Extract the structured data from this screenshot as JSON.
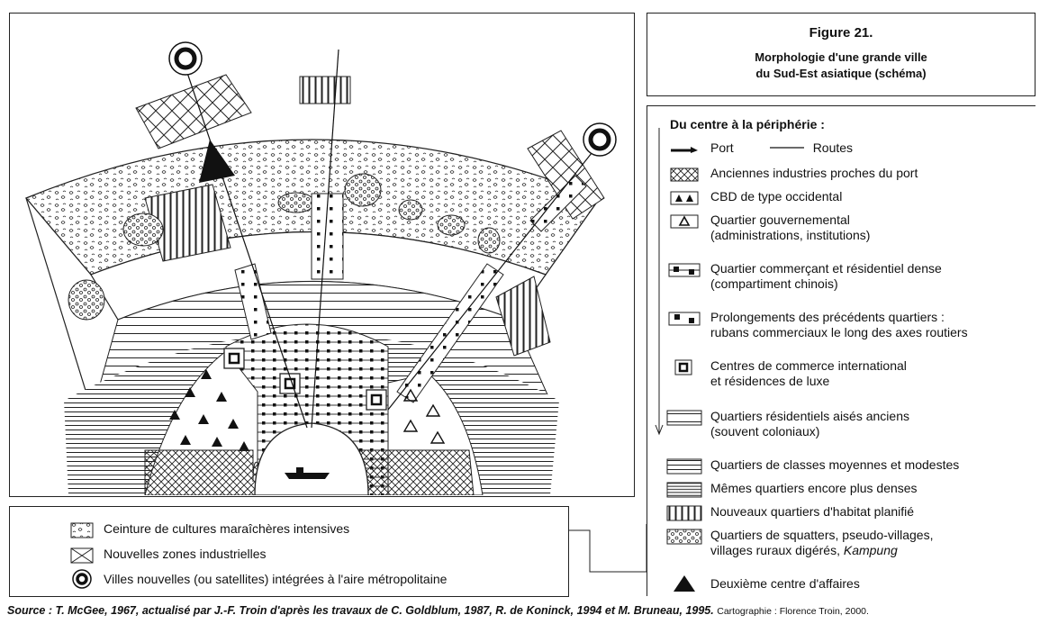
{
  "title": {
    "figure": "Figure 21.",
    "line1": "Morphologie d'une grande ville",
    "line2": "du Sud-Est asiatique (schéma)"
  },
  "legend_right": {
    "heading": "Du centre à la périphérie :",
    "port_label": "Port",
    "roads_label": "Routes",
    "items": [
      {
        "symbol": "crosshatch",
        "text": "Anciennes industries proches du port"
      },
      {
        "symbol": "cbd-triangles",
        "text": "CBD de type occidental"
      },
      {
        "symbol": "gov-triangle",
        "text": "Quartier gouvernemental",
        "text2": "(administrations, institutions)"
      },
      {
        "symbol": "dense-commercial",
        "text": "Quartier commerçant et résidentiel dense",
        "text2": "(compartiment chinois)"
      },
      {
        "symbol": "ribbon",
        "text": "Prolongements des précédents quartiers :",
        "text2": "rubans commerciaux le long des axes routiers"
      },
      {
        "symbol": "intl-centre",
        "text": "Centres de commerce international",
        "text2": "et résidences de luxe"
      },
      {
        "symbol": "wide-lines",
        "text": "Quartiers résidentiels aisés anciens",
        "text2": "(souvent coloniaux)"
      },
      {
        "symbol": "medium-lines",
        "text": "Quartiers de classes moyennes et modestes"
      },
      {
        "symbol": "dense-lines",
        "text": "Mêmes quartiers encore plus denses"
      },
      {
        "symbol": "vertical-lines",
        "text": "Nouveaux quartiers d'habitat planifié"
      },
      {
        "symbol": "squatter",
        "text": "Quartiers de squatters, pseudo-villages,",
        "text2": "villages ruraux digérés, ",
        "text2_italic": "Kampung"
      },
      {
        "symbol": "black-triangle",
        "text": "Deuxième centre d'affaires"
      }
    ]
  },
  "legend_bottom": {
    "items": [
      {
        "symbol": "market-garden",
        "text": "Ceinture de cultures maraîchères intensives"
      },
      {
        "symbol": "cross-box",
        "text": "Nouvelles zones industrielles"
      },
      {
        "symbol": "satellite-ring",
        "text": "Villes nouvelles (ou satellites) intégrées à l'aire métropolitaine"
      }
    ]
  },
  "source": {
    "main": "Source : T. McGee, 1967, actualisé par J.-F. Troin d'après les travaux de C. Goldblum, 1987, R. de Koninck, 1994 et M. Bruneau, 1995.",
    "credit": "Cartographie : Florence Troin, 2000."
  }
}
